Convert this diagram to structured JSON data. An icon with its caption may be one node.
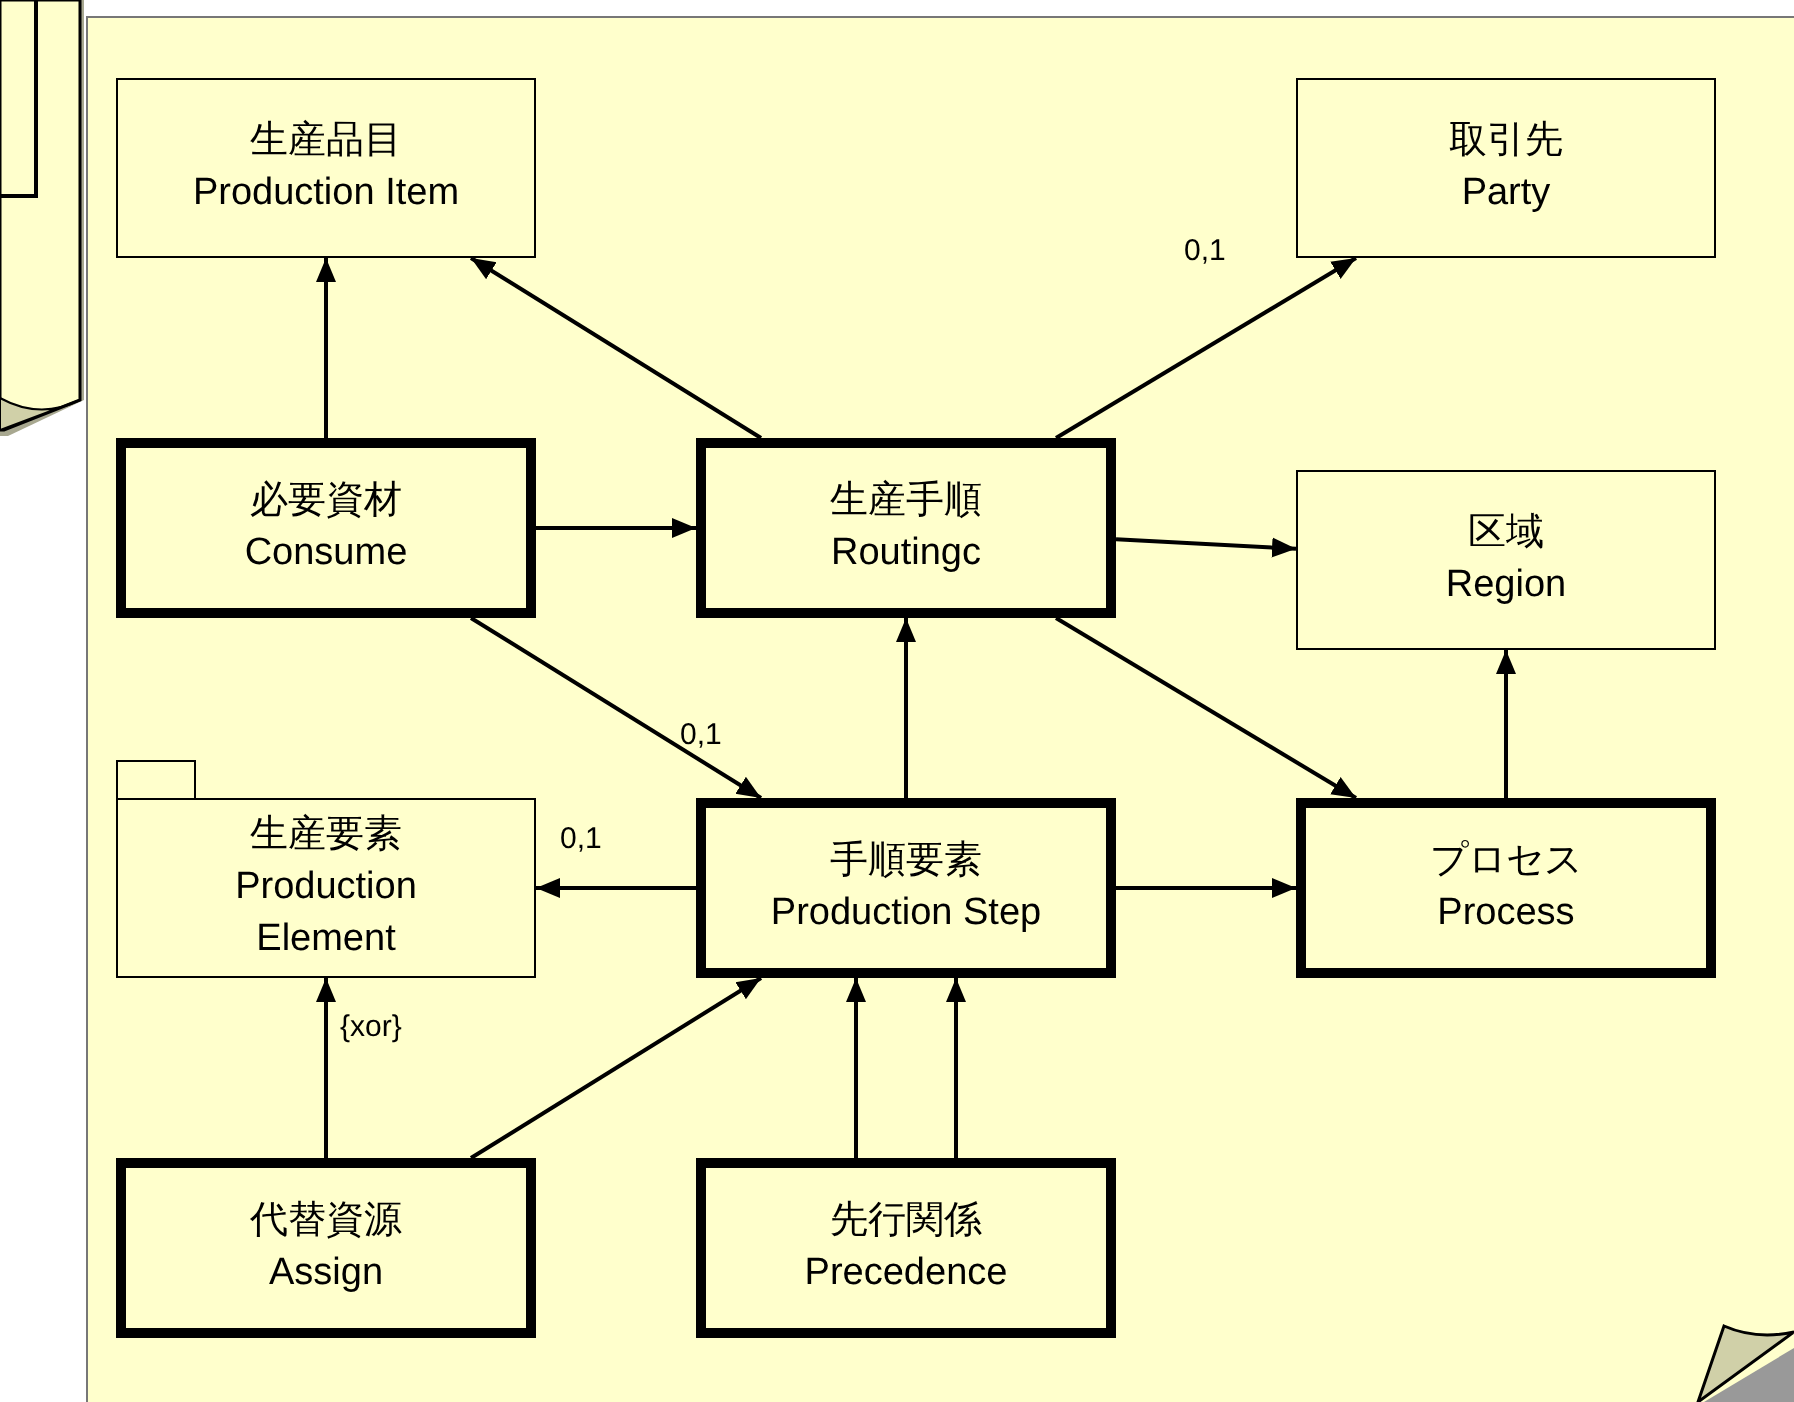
{
  "diagram": {
    "nodes": [
      {
        "text": [
          "生産品目",
          "Production Item"
        ]
      },
      {
        "text": [
          "取引先",
          "Party"
        ]
      },
      {
        "text": [
          "必要資材",
          "Consume"
        ]
      },
      {
        "text": [
          "生産手順",
          "Routingc"
        ]
      },
      {
        "text": [
          "区域",
          "Region"
        ]
      },
      {
        "text": [
          "生産要素",
          "Production Element"
        ]
      },
      {
        "text": [
          "手順要素",
          "Production Step"
        ]
      },
      {
        "text": [
          "プロセス",
          "Process"
        ]
      },
      {
        "text": [
          "代替資源",
          "Assign"
        ]
      },
      {
        "text": [
          "先行関係",
          "Precedence"
        ]
      }
    ],
    "edges": [
      {
        "from": 2,
        "to": 0,
        "arrow": "to"
      },
      {
        "from": 2,
        "to": 3,
        "arrow": "to"
      },
      {
        "from": 3,
        "to": 0,
        "arrow": "to"
      },
      {
        "from": 3,
        "to": 1,
        "arrow": "to",
        "label": "0,1"
      },
      {
        "from": 3,
        "to": 4,
        "arrow": "to"
      },
      {
        "from": 3,
        "to": 7,
        "arrow": "to"
      },
      {
        "from": 2,
        "to": 6,
        "arrow": "to",
        "label": "0,1"
      },
      {
        "from": 6,
        "to": 3,
        "arrow": "to"
      },
      {
        "from": 6,
        "to": 5,
        "arrow": "to",
        "label": "0,1"
      },
      {
        "from": 6,
        "to": 7,
        "arrow": "to"
      },
      {
        "from": 8,
        "to": 5,
        "arrow": "to",
        "label": "{xor}"
      },
      {
        "from": 8,
        "to": 6,
        "arrow": "to"
      },
      {
        "from": 9,
        "to": 6,
        "arrow": "to"
      },
      {
        "from": 9,
        "to": 6,
        "arrow": "to"
      },
      {
        "from": 7,
        "to": 4,
        "arrow": "to"
      }
    ]
  }
}
